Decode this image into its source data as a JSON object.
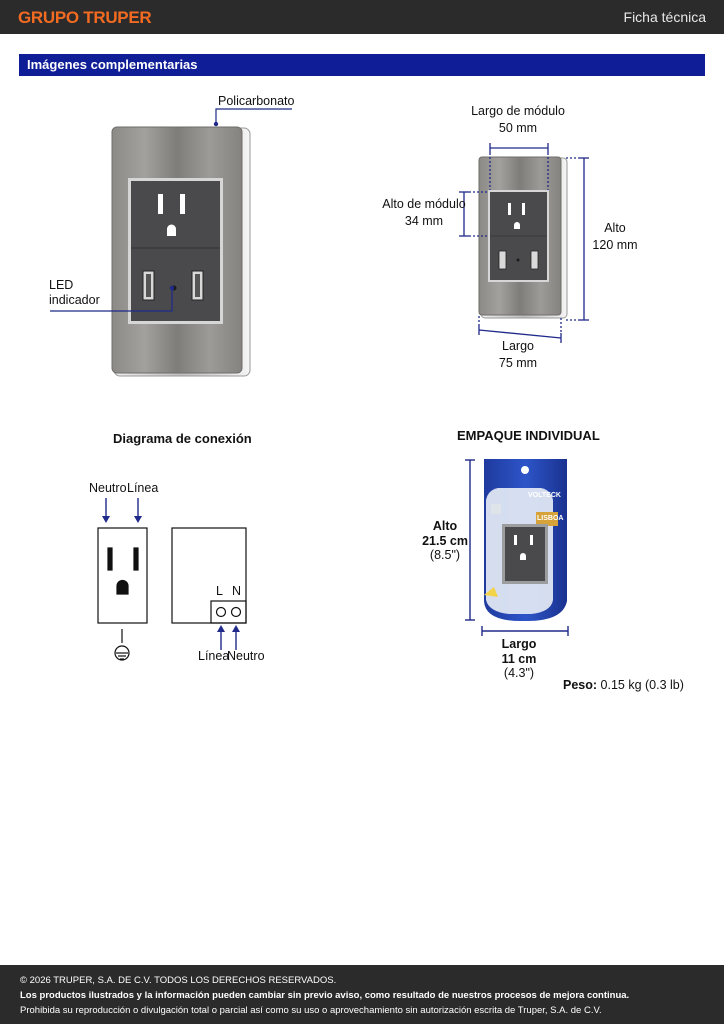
{
  "header": {
    "brand": "GRUPO TRUPER",
    "doc_type": "Ficha técnica"
  },
  "section_title": "Imágenes complementarias",
  "product": {
    "material_label": "Policarbonato",
    "led_label_1": "LED",
    "led_label_2": "indicador"
  },
  "dimensions": {
    "module_width_label": "Largo de módulo",
    "module_width_value": "50 mm",
    "module_height_label": "Alto de módulo",
    "module_height_value": "34 mm",
    "height_label": "Alto",
    "height_value": "120 mm",
    "width_label": "Largo",
    "width_value": "75 mm"
  },
  "wiring": {
    "title": "Diagrama de conexión",
    "neutral_top": "Neutro",
    "line_top": "Línea",
    "terminal_l": "L",
    "terminal_n": "N",
    "line_bottom": "Línea",
    "neutral_bottom": "Neutro"
  },
  "package": {
    "title": "EMPAQUE INDIVIDUAL",
    "height_label": "Alto",
    "height_cm": "21.5 cm",
    "height_in": "(8.5\")",
    "width_label": "Largo",
    "width_cm": "11 cm",
    "width_in": "(4.3\")",
    "weight_label": "Peso:",
    "weight_value": "0.15 kg (0.3 lb)",
    "brand_text": "VOLTECK",
    "series_text": "LISBOA"
  },
  "footer": {
    "line1": "© 2026 TRUPER, S.A. DE C.V. TODOS LOS DERECHOS RESERVADOS.",
    "line2": "Los productos ilustrados y la información pueden cambiar sin previo aviso, como resultado de nuestros procesos de mejora continua.",
    "line3": "Prohibida su reproducción o divulgación total o parcial así como su uso o aprovechamiento sin autorización escrita de Truper, S.A. de C.V."
  }
}
